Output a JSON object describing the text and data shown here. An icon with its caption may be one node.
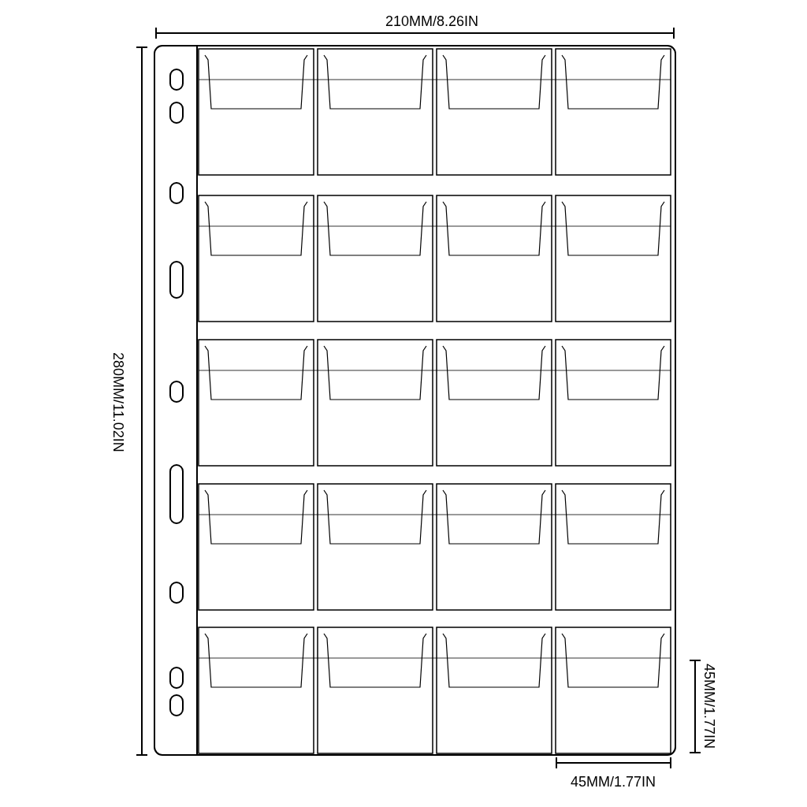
{
  "diagram": {
    "labels": [
      "210MM/8.26IN",
      "280MM/11.02IN",
      "45MM/1.77IN",
      "45MM/1.77IN"
    ]
  }
}
